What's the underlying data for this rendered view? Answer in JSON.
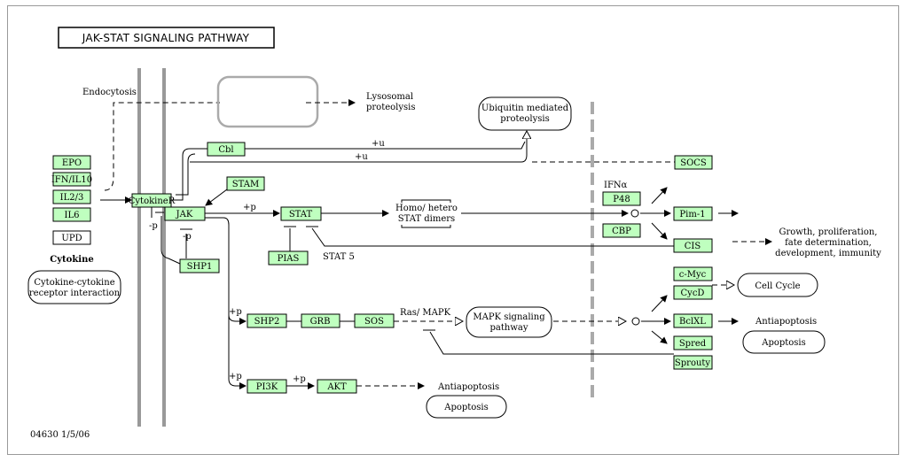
{
  "title": "JAK-STAT SIGNALING PATHWAY",
  "footer": "04630  1/5/06",
  "genes": {
    "epo": "EPO",
    "ifn": "IFN/IL10",
    "il23": "IL2/3",
    "il6": "IL6",
    "cytokiner": "CytokineR",
    "cbl": "Cbl",
    "stam": "STAM",
    "jak": "JAK",
    "stat": "STAT",
    "pias": "PIAS",
    "shp1": "SHP1",
    "shp2": "SHP2",
    "grb": "GRB",
    "sos": "SOS",
    "pi3k": "PI3K",
    "akt": "AKT",
    "socs": "SOCS",
    "p48": "P48",
    "cbp": "CBP",
    "pim1": "Pim-1",
    "cis": "CIS",
    "cmyc": "c-Myc",
    "cycd": "CycD",
    "bclxl": "BclXL",
    "spred": "Spred",
    "sprouty": "Sprouty"
  },
  "labels": {
    "upd": "UPD",
    "cytokine": "Cytokine",
    "crr_line1": "Cytokine-cytokine",
    "crr_line2": "receptor interaction",
    "endocytosis": "Endocytosis",
    "lyso_line1": "Lysosomal",
    "lyso_line2": "proteolysis",
    "ubq_line1": "Ubiquitin mediated",
    "ubq_line2": "proteolysis",
    "plus_u_1": "+u",
    "plus_u_2": "+u",
    "plus_p_jak": "+p",
    "minus_p_1": "-p",
    "minus_p_2": "-p",
    "homo_line1": "Homo/ hetero",
    "homo_line2": "STAT dimers",
    "stat5": "STAT 5",
    "ifna": "IFNα",
    "growth_line1": "Growth, proliferation,",
    "growth_line2": "fate determination,",
    "growth_line3": "development, immunity",
    "plus_p_shp2": "+p",
    "ras_mapk": "Ras/ MAPK",
    "mapk_line1": "MAPK signaling",
    "mapk_line2": "pathway",
    "cell_cycle": "Cell Cycle",
    "antiapoptosis_right": "Antiapoptosis",
    "apoptosis_right": "Apoptosis",
    "plus_p_pi3k": "+p",
    "plus_p_akt": "+p",
    "antiapoptosis_bottom": "Antiapoptosis",
    "apoptosis_bottom": "Apoptosis"
  }
}
